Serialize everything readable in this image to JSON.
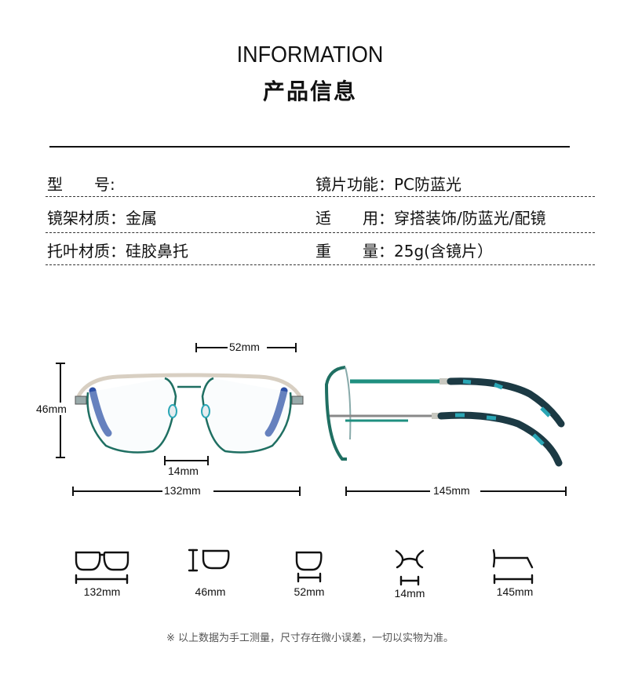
{
  "header": {
    "title_en": "INFORMATION",
    "title_zh": "产品信息"
  },
  "specs": {
    "left": [
      {
        "label": "型　　号:",
        "value": ""
      },
      {
        "label": "镜架材质：",
        "value": "金属"
      },
      {
        "label": "托叶材质：",
        "value": "硅胶鼻托"
      }
    ],
    "right": [
      {
        "label": "镜片功能：",
        "value": "PC防蓝光"
      },
      {
        "label": "适　　用：",
        "value": "穿搭装饰/防蓝光/配镜"
      },
      {
        "label": "重　　量：",
        "value": "25g(含镜片）"
      }
    ]
  },
  "dimensions": {
    "lens_width": "52mm",
    "lens_height": "46mm",
    "bridge": "14mm",
    "frame_width": "132mm",
    "temple_length": "145mm"
  },
  "icons": [
    {
      "name": "frame-width-icon",
      "label": "132mm"
    },
    {
      "name": "lens-height-icon",
      "label": "46mm"
    },
    {
      "name": "lens-width-icon",
      "label": "52mm"
    },
    {
      "name": "bridge-width-icon",
      "label": "14mm"
    },
    {
      "name": "temple-length-icon",
      "label": "145mm"
    }
  ],
  "colors": {
    "frame_green": "#1f6f62",
    "frame_gold": "#d8cfc2",
    "temple_teal": "#2aa6b5",
    "temple_dark": "#1c3a44"
  },
  "note": "※ 以上数据为手工测量，尺寸存在微小误差，一切以实物为准。"
}
